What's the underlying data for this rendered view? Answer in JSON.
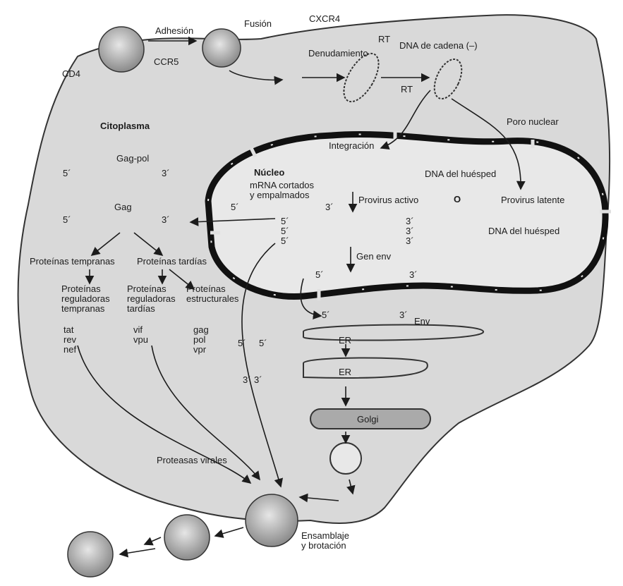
{
  "labels": {
    "adhesion": "Adhesión",
    "fusion": "Fusión",
    "cxcr4": "CXCR4",
    "ccr5": "CCR5",
    "cd4": "CD4",
    "rt_top": "RT",
    "denudamiento": "Denudamiento",
    "dna_cadena": "DNA de cadena (–)",
    "rt_mid": "RT",
    "citoplasma": "Citoplasma",
    "poro_nuclear": "Poro nuclear",
    "integracion": "Integración",
    "nucleo": "Núcleo",
    "dna_huesped_1": "DNA del huésped",
    "gag_pol": "Gag-pol",
    "mrna": "mRNA cortados\ny empalmados",
    "provirus_activo": "Provirus activo",
    "o_label": "O",
    "provirus_latente": "Provirus latente",
    "dna_huesped_2": "DNA del huésped",
    "gag": "Gag",
    "prot_tempranas": "Proteínas tempranas",
    "prot_tardias": "Proteínas tardías",
    "reg_tempranas": "Proteínas\nreguladoras\ntempranas",
    "reg_tardias": "Proteínas\nreguladoras\ntardías",
    "estructurales": "Proteínas\nestructurales",
    "gen_env": "Gen env",
    "env": "Env",
    "er1": "ER",
    "er2": "ER",
    "golgi": "Golgi",
    "proteasas": "Proteasas virales",
    "ensamblaje": "Ensamblaje\ny brotación",
    "five_prime": "5´",
    "three_prime": "3´",
    "early_genes": [
      "tat",
      "rev",
      "nef"
    ],
    "late_reg_genes": [
      "vif",
      "vpu"
    ],
    "struct_genes": [
      "gag",
      "pol",
      "vpr"
    ]
  },
  "colors": {
    "cell_fill": "#d9d9d9",
    "nucleus_fill": "#e8e8e8",
    "ink": "#1c1c1c",
    "virion": "#9a9a9a"
  }
}
